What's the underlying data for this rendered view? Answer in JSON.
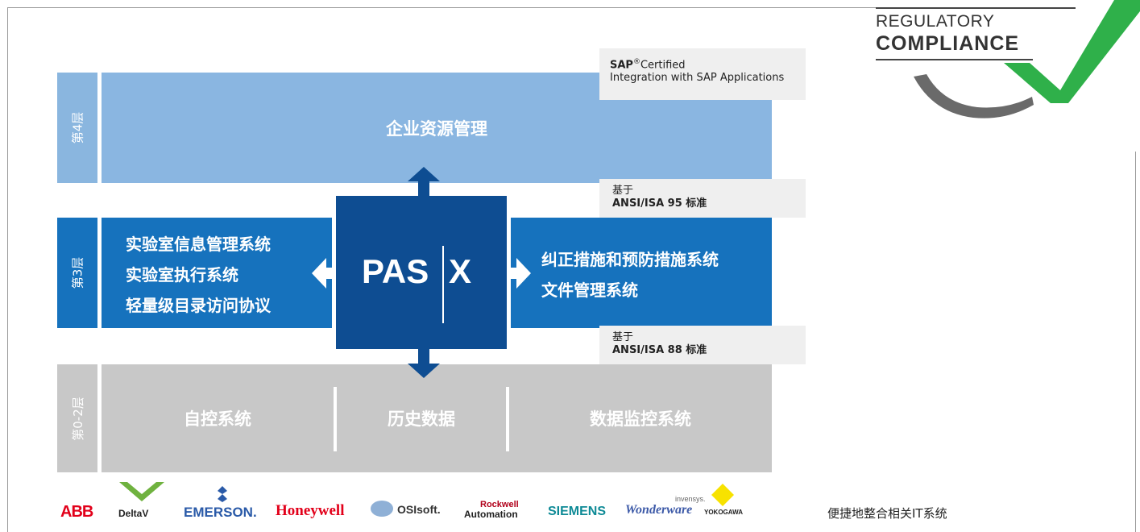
{
  "colors": {
    "tier4_label": "#8ab6df",
    "tier4_box": "#8ab6e1",
    "tier3": "#1672bd",
    "core": "#0e4d92",
    "tier02": "#c8c8c8",
    "note_bg": "#efefef",
    "check_green": "#2fb04a"
  },
  "compliance": {
    "line1": "REGULATORY",
    "line2": "COMPLIANCE"
  },
  "tiers": {
    "tier4": {
      "label": "第4层",
      "title": "企业资源管理"
    },
    "tier3": {
      "label": "第3层",
      "left_items": [
        "实验室信息管理系统",
        "实验室执行系统",
        "轻量级目录访问协议"
      ],
      "right_items": [
        "纠正措施和预防措施系统",
        "文件管理系统"
      ]
    },
    "tier02": {
      "label": "第0-2层",
      "sections": [
        "自控系统",
        "历史数据",
        "数据监控系统"
      ]
    }
  },
  "core": {
    "left": "PAS",
    "right": "X"
  },
  "notes": {
    "sap": {
      "brand": "SAP",
      "reg": "®",
      "certified": "Certified",
      "line2": "Integration with SAP Applications"
    },
    "isa95": {
      "line1": "基于",
      "line2": "ANSI/ISA 95 标准"
    },
    "isa88": {
      "line1": "基于",
      "line2": "ANSI/ISA 88 标准"
    }
  },
  "partners": {
    "abb": "ABB",
    "deltav": "DeltaV",
    "emerson": "EMERSON.",
    "honeywell": "Honeywell",
    "osisoft": "OSIsoft.",
    "rockwell_1": "Rockwell",
    "rockwell_2": "Automation",
    "siemens": "SIEMENS",
    "invensys": "invensys.",
    "wonderware": "Wonderware",
    "yokogawa": "YOKOGAWA"
  },
  "footer": {
    "caption": "便捷地整合相关IT系统"
  }
}
